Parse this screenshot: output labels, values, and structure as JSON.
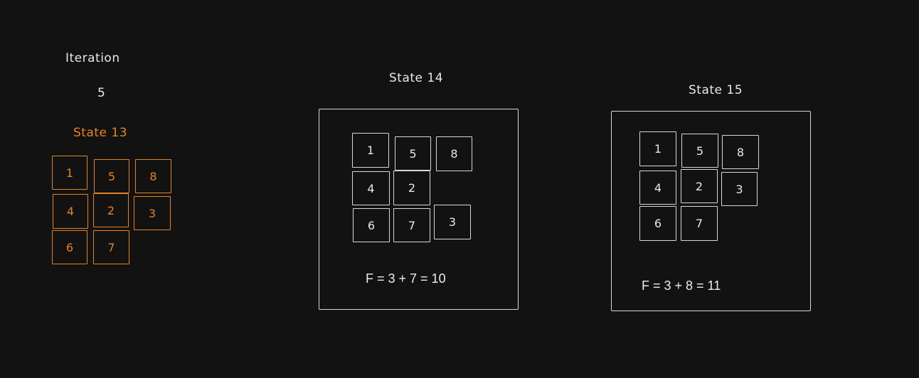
{
  "iteration": {
    "label": "Iteration",
    "value": "5"
  },
  "state13": {
    "title": "State 13",
    "tiles": [
      "1",
      "5",
      "8",
      "4",
      "2",
      "3",
      "6",
      "7"
    ]
  },
  "state14": {
    "title": "State 14",
    "tiles": [
      "1",
      "5",
      "8",
      "4",
      "2",
      "6",
      "7",
      "3"
    ],
    "formula": "F = 3 + 7 = 10"
  },
  "state15": {
    "title": "State 15",
    "tiles": [
      "1",
      "5",
      "8",
      "4",
      "2",
      "3",
      "6",
      "7"
    ],
    "formula": "F = 3 + 8 = 11"
  },
  "colors": {
    "background": "#121212",
    "stroke": "#d8d8d8",
    "highlight": "#e8821f"
  }
}
